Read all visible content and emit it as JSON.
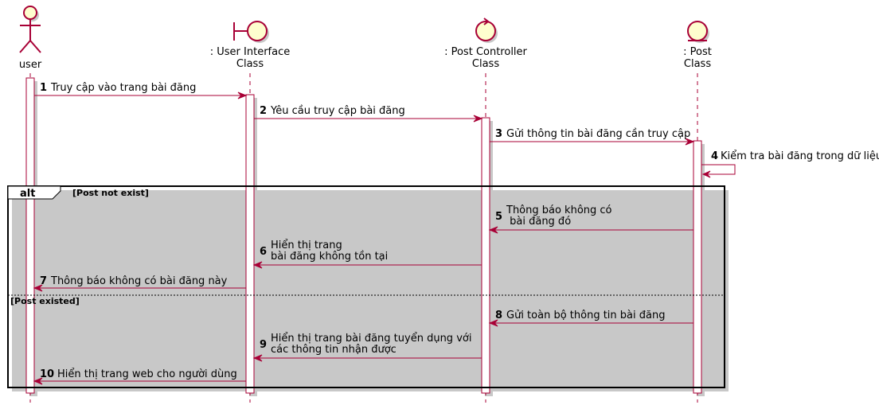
{
  "colors": {
    "line": "#A80036",
    "fill": "#FEFECE",
    "shadow": "#C8C8C8",
    "frame": "#000000"
  },
  "participants": [
    {
      "id": "user",
      "icon": "actor-icon",
      "lines": [
        "user"
      ]
    },
    {
      "id": "ui",
      "icon": "boundary-icon",
      "lines": [
        ": User Interface",
        "Class"
      ]
    },
    {
      "id": "ctrl",
      "icon": "control-icon",
      "lines": [
        ": Post Controller",
        "Class"
      ]
    },
    {
      "id": "post",
      "icon": "entity-icon",
      "lines": [
        ": Post",
        "Class"
      ]
    }
  ],
  "messages": [
    {
      "num": "1",
      "from": "user",
      "to": "ui",
      "lines": [
        "Truy cập vào trang bài đăng"
      ]
    },
    {
      "num": "2",
      "from": "ui",
      "to": "ctrl",
      "lines": [
        "Yêu cầu truy cập bài đăng"
      ]
    },
    {
      "num": "3",
      "from": "ctrl",
      "to": "post",
      "lines": [
        "Gửi thông tin bài đăng cần truy cập"
      ]
    },
    {
      "num": "4",
      "from": "post",
      "to": "post",
      "lines": [
        "Kiểm tra bài đăng trong dữ liệu"
      ]
    },
    {
      "num": "5",
      "from": "post",
      "to": "ctrl",
      "lines": [
        "Thông báo không có",
        " bài đăng đó"
      ]
    },
    {
      "num": "6",
      "from": "ctrl",
      "to": "ui",
      "lines": [
        "Hiển thị trang",
        "bài đăng không tồn tại"
      ]
    },
    {
      "num": "7",
      "from": "ui",
      "to": "user",
      "lines": [
        "Thông báo không có bài đăng này"
      ]
    },
    {
      "num": "8",
      "from": "post",
      "to": "ctrl",
      "lines": [
        "Gửi toàn bộ thông tin bài đăng"
      ]
    },
    {
      "num": "9",
      "from": "ctrl",
      "to": "ui",
      "lines": [
        "Hiển thị trang bài đăng tuyển dụng với",
        "các thông tin nhận được"
      ]
    },
    {
      "num": "10",
      "from": "ui",
      "to": "user",
      "lines": [
        "Hiển thị trang web cho người dùng"
      ]
    }
  ],
  "alt_fragment": {
    "keyword": "alt",
    "guard": "[Post not exist]",
    "else_guard": "[Post existed]"
  }
}
